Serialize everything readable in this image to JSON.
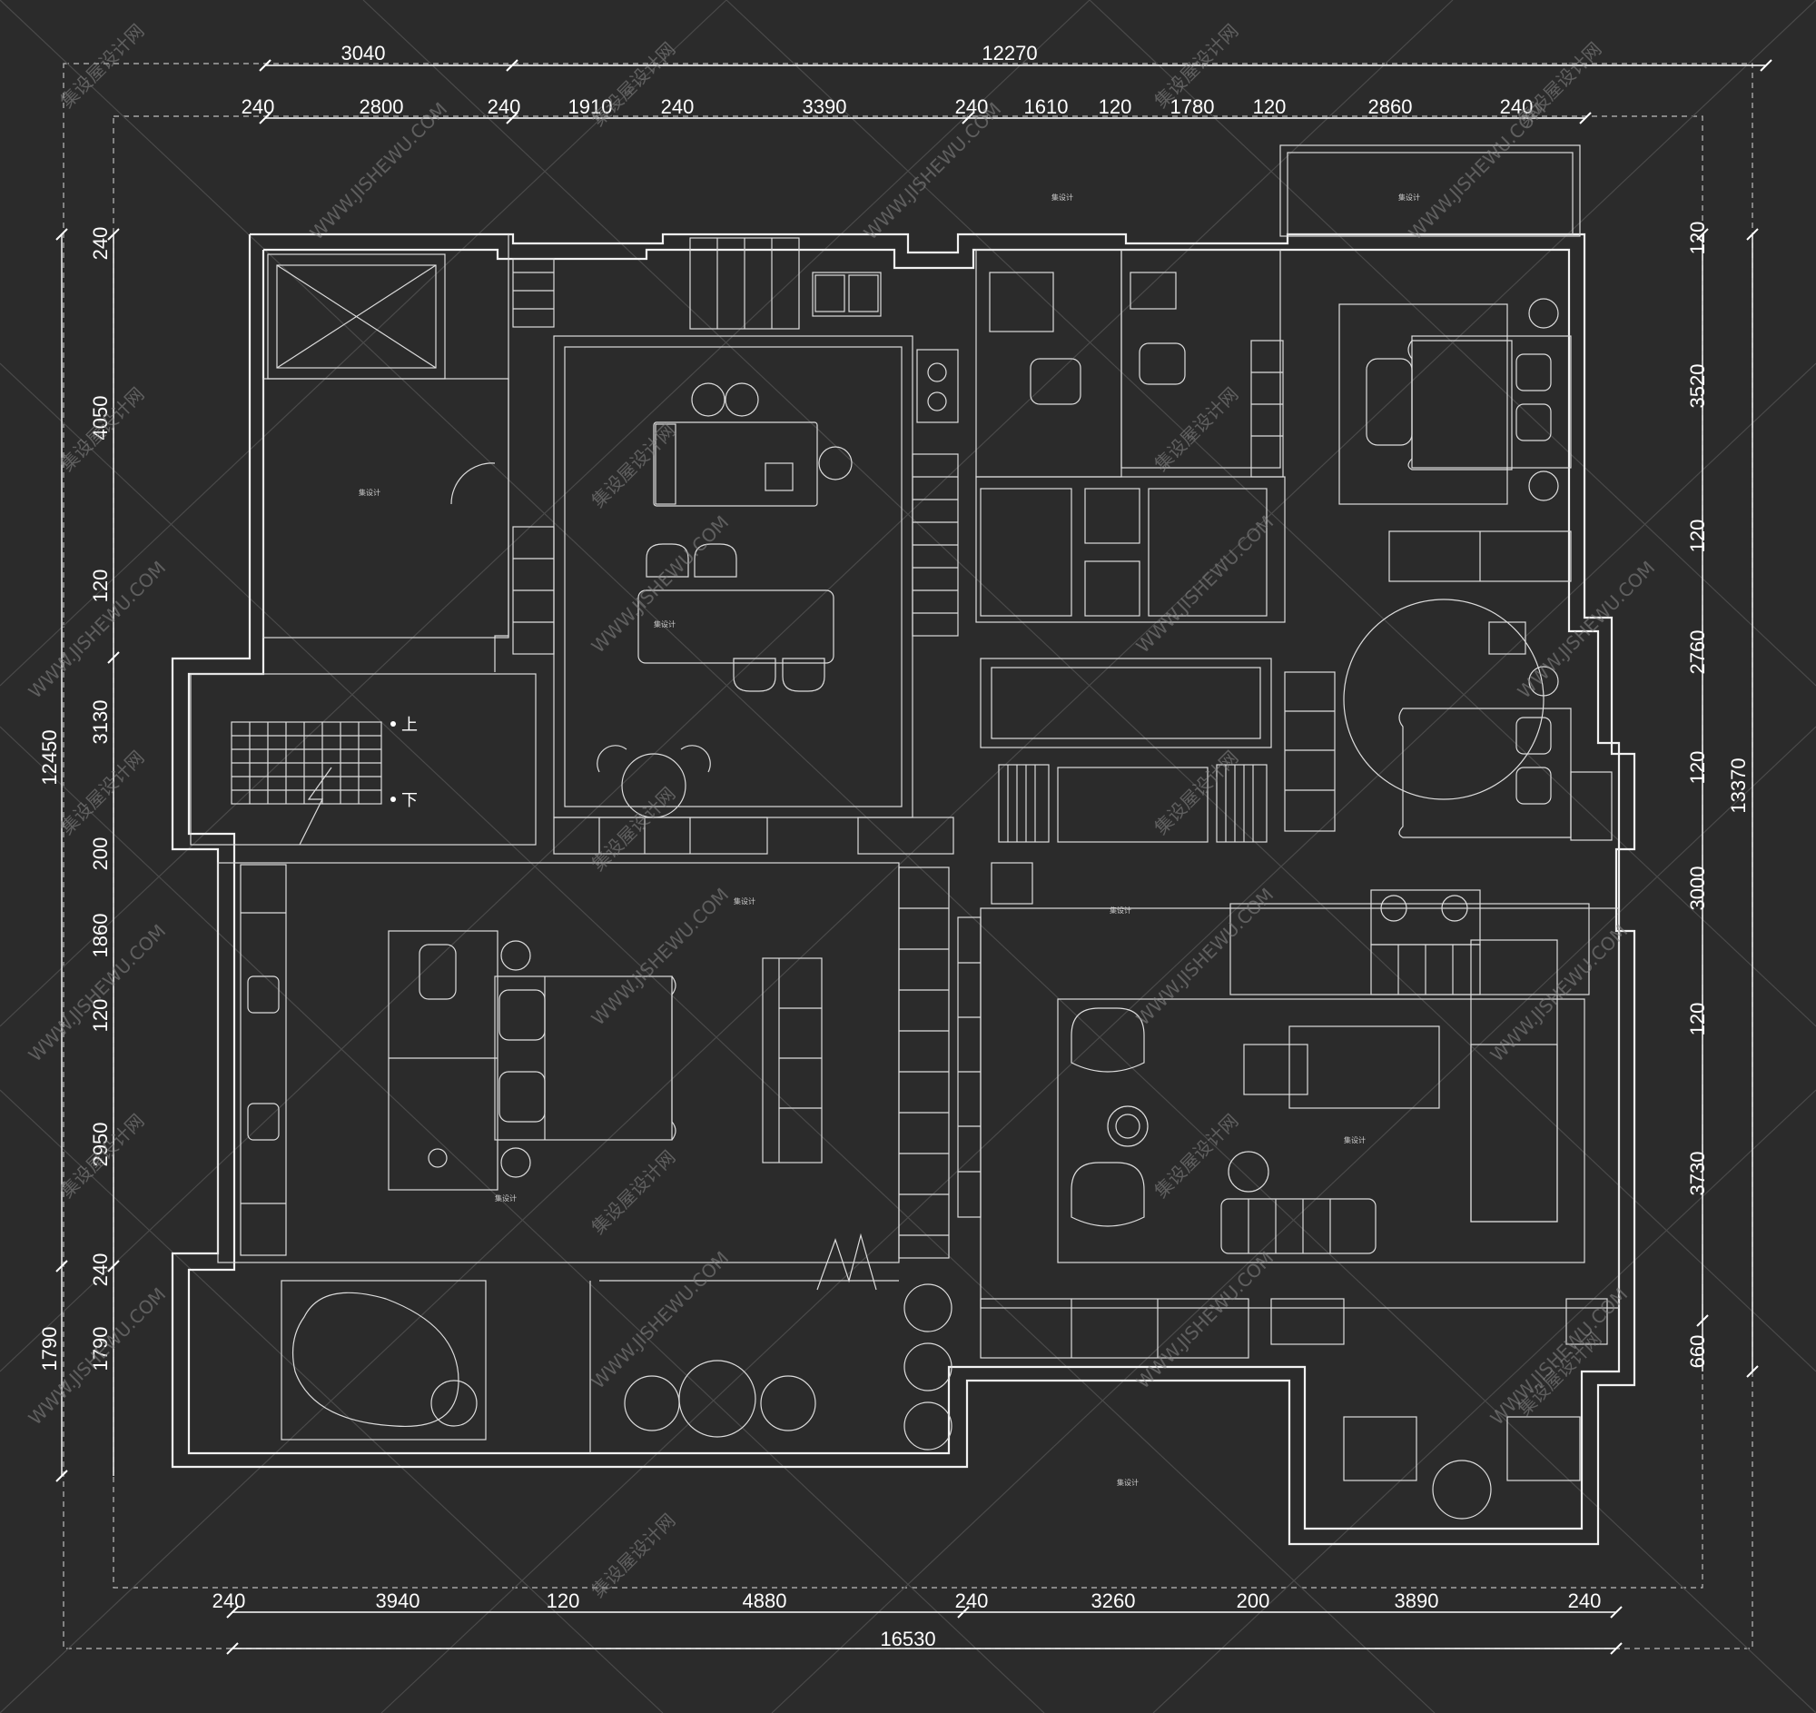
{
  "dimensions": {
    "top_outer": [
      "3040",
      "12270"
    ],
    "top_inner": [
      "240",
      "2800",
      "240",
      "1910",
      "240",
      "3390",
      "240",
      "1610",
      "120",
      "1780",
      "120",
      "2860",
      "240"
    ],
    "bottom_inner": [
      "240",
      "3940",
      "120",
      "4880",
      "240",
      "3260",
      "200",
      "3890",
      "240"
    ],
    "bottom_outer": [
      "16530"
    ],
    "left_inner": [
      "240",
      "4050",
      "120",
      "3130",
      "200",
      "1860",
      "120",
      "2950",
      "240",
      "1790"
    ],
    "left_outer": [
      "12450",
      "1790"
    ],
    "right_inner": [
      "120",
      "3520",
      "120",
      "2760",
      "120",
      "3000",
      "120",
      "3730",
      "660"
    ],
    "right_outer": [
      "13370"
    ]
  },
  "stair_labels": {
    "up": "上",
    "down": "下"
  },
  "watermarks": {
    "text_cn": "集设屋设计网",
    "text_en": "WWW.JISHEWU.COM"
  },
  "logo_text": "集设计"
}
